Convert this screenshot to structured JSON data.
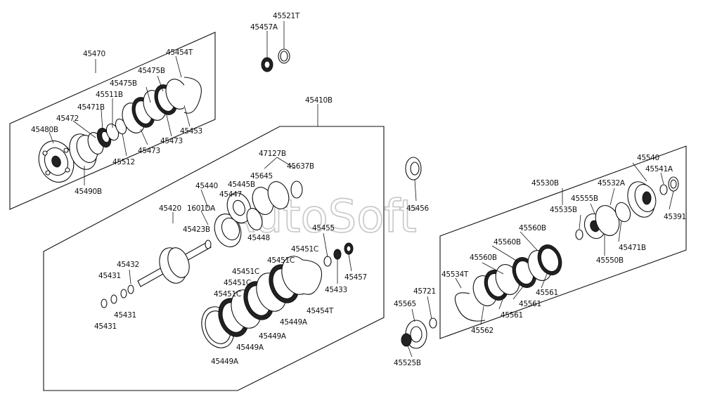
{
  "watermark": "AutoSoft",
  "labels": {
    "p45470": "45470",
    "p45454T_a": "45454T",
    "p45475B_a": "45475B",
    "p45475B_b": "45475B",
    "p45511B": "45511B",
    "p45471B_a": "45471B",
    "p45472": "45472",
    "p45480B": "45480B",
    "p45490B": "45490B",
    "p45512": "45512",
    "p45473_a": "45473",
    "p45473_b": "45473",
    "p45453": "45453",
    "p45521T": "45521T",
    "p45457A": "45457A",
    "p45410B": "45410B",
    "p47127B": "47127B",
    "p45637B": "45637B",
    "p45645": "45645",
    "p45445B": "45445B",
    "p45440": "45440",
    "p45447": "45447",
    "p45420": "45420",
    "p1601DA": "1601DA",
    "p45423B": "45423B",
    "p45448": "45448",
    "p45455": "45455",
    "p45451C_a": "45451C",
    "p45451C_b": "45451C",
    "p45451C_c": "45451C",
    "p45451C_d": "45451C",
    "p45451C_e": "45451C",
    "p45432": "45432",
    "p45431_a": "45431",
    "p45431_b": "45431",
    "p45431_c": "45431",
    "p45433": "45433",
    "p45457": "45457",
    "p45454T_b": "45454T",
    "p45449A_a": "45449A",
    "p45449A_b": "45449A",
    "p45449A_c": "45449A",
    "p45449A_d": "45449A",
    "p45456": "45456",
    "p45540": "45540",
    "p45541A": "45541A",
    "p45530B": "45530B",
    "p45532A": "45532A",
    "p45555B": "45555B",
    "p45535B": "45535B",
    "p45391": "45391",
    "p45471B_b": "45471B",
    "p45550B": "45550B",
    "p45560B_a": "45560B",
    "p45560B_b": "45560B",
    "p45560B_c": "45560B",
    "p45534T": "45534T",
    "p45561_a": "45561",
    "p45561_b": "45561",
    "p45561_c": "45561",
    "p45562": "45562",
    "p45721": "45721",
    "p45565": "45565",
    "p45525B": "45525B"
  }
}
